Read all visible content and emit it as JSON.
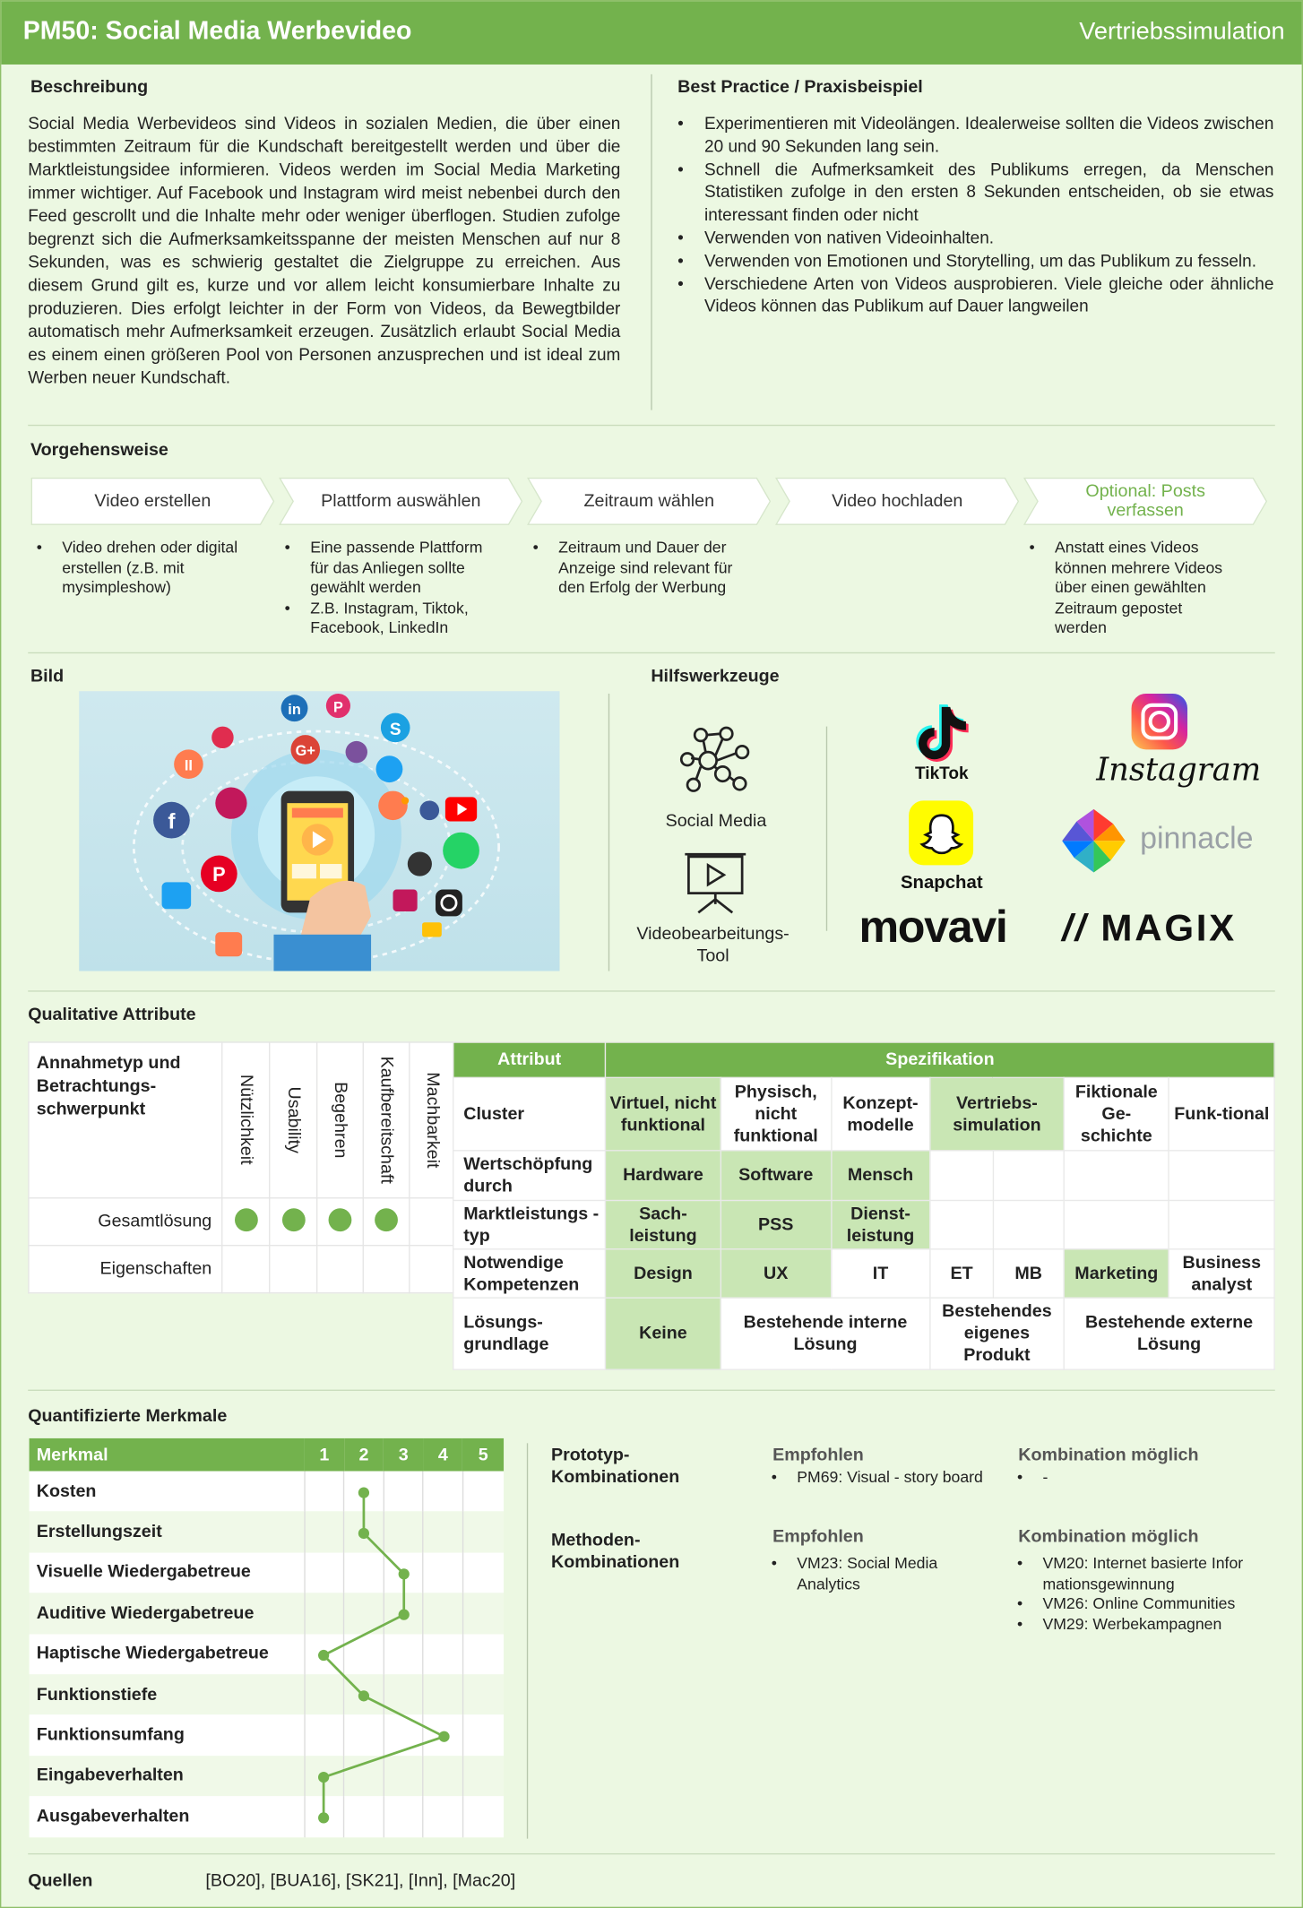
{
  "header": {
    "title": "PM50: Social Media Werbevideo",
    "right": "Vertriebssimulation"
  },
  "beschreibung": {
    "heading": "Beschreibung",
    "text": "Social Media Werbevideos sind Videos in sozialen Medien, die über einen bestimmten Zeitraum für die Kundschaft bereitgestellt werden und über die Marktleistungsidee informieren. Videos werden im Social Media Marketing immer wichtiger. Auf Facebook und Instagram wird meist nebenbei durch den Feed gescrollt und die Inhalte mehr oder weniger überflogen. Studien zufolge begrenzt sich die Aufmerksamkeitsspanne der meisten Menschen auf nur 8 Sekunden, was es schwierig gestaltet die Zielgruppe zu erreichen. Aus diesem Grund gilt es, kurze und vor allem leicht konsumierbare Inhalte zu produzieren. Dies erfolgt leichter in der Form von Videos, da Bewegtbilder automatisch mehr Aufmerksamkeit erzeugen. Zusätzlich erlaubt Social Media es einem einen größeren Pool von Personen anzusprechen und ist ideal zum Werben neuer Kundschaft."
  },
  "best_practice": {
    "heading": "Best Practice / Praxisbeispiel",
    "items": [
      "Experimentieren mit Videolängen. Idealerweise sollten die Videos zwischen 20 und 90 Sekunden lang sein.",
      "Schnell die Aufmerksamkeit des Publikums erregen, da Menschen Statistiken zufolge in den ersten 8 Sekunden entscheiden, ob sie etwas interessant finden oder nicht",
      "Verwenden von nativen Videoinhalten.",
      "Verwenden von Emotionen und Storytelling, um das Publikum zu fesseln.",
      "Verschiedene Arten von Videos ausprobieren. Viele gleiche oder ähnliche Videos können das Publikum auf Dauer langweilen"
    ]
  },
  "vorgehen": {
    "heading": "Vorgehensweise",
    "steps": [
      {
        "label": "Video erstellen",
        "notes": [
          "Video drehen oder digital erstellen (z.B. mit mysimpleshow)"
        ]
      },
      {
        "label": "Plattform auswählen",
        "notes": [
          "Eine passende Plattform für das Anliegen sollte gewählt werden",
          "Z.B. Instagram, Tiktok, Facebook, LinkedIn"
        ]
      },
      {
        "label": "Zeitraum wählen",
        "notes": [
          "Zeitraum und Dauer der Anzeige sind relevant für den Erfolg der Werbung"
        ]
      },
      {
        "label": "Video hochladen",
        "notes": []
      },
      {
        "label": "Optional: Posts verfassen",
        "notes": [
          "Anstatt eines Videos können mehrere Videos über einen gewählten Zeitraum gepostet werden"
        ]
      }
    ]
  },
  "bild": {
    "heading": "Bild"
  },
  "hilfswerkzeuge": {
    "heading": "Hilfswerkzeuge",
    "tools": [
      {
        "label": "Social Media",
        "icon": "social-network-icon"
      },
      {
        "label": "Videobearbeitungs-Tool",
        "icon": "video-presentation-icon"
      }
    ],
    "logos": {
      "tiktok": "TikTok",
      "instagram": "Instagram",
      "snapchat": "Snapchat",
      "pinnacle": "pinnacle",
      "movavi": "movavi",
      "magix": "MAGIX"
    }
  },
  "qualitative": {
    "heading": "Qualitative Attribute",
    "annahme_label": "Annahmetyp und Betrachtungs-schwerpunkt",
    "columns": [
      "Nützlichkeit",
      "Usability",
      "Begehren",
      "Kaufbereitschaft",
      "Machbarkeit"
    ],
    "rows": [
      {
        "label": "Gesamtlösung",
        "marks": [
          true,
          true,
          true,
          true,
          false
        ]
      },
      {
        "label": "Eigenschaften",
        "marks": [
          false,
          false,
          false,
          false,
          false
        ]
      }
    ]
  },
  "spec": {
    "head_attribut": "Attribut",
    "head_spez": "Spezifikation",
    "cluster": {
      "label": "Cluster",
      "cells": [
        "Virtuel, nicht funktional",
        "Physisch, nicht funktional",
        "Konzept-modelle",
        "Vertriebs-simulation",
        "Fiktionale Ge-schichte",
        "Funk-tional"
      ]
    },
    "wert": {
      "label": "Wertschöpfung durch",
      "cells": [
        "Hardware",
        "Software",
        "Mensch"
      ]
    },
    "markt": {
      "label": "Marktleistungs -typ",
      "cells": [
        "Sach-leistung",
        "PSS",
        "Dienst-leistung"
      ]
    },
    "komp": {
      "label": "Notwendige Kompetenzen",
      "cells": [
        "Design",
        "UX",
        "IT",
        "ET",
        "MB",
        "Marketing",
        "Business analyst"
      ]
    },
    "loes": {
      "label": "Lösungs-grundlage",
      "cells": [
        "Keine",
        "Bestehende interne Lösung",
        "Bestehendes eigenes Produkt",
        "Bestehende externe Lösung"
      ]
    }
  },
  "quant": {
    "heading": "Quantifizierte Merkmale",
    "head": "Merkmal",
    "scale": [
      "1",
      "2",
      "3",
      "4",
      "5"
    ],
    "rows": [
      {
        "label": "Kosten",
        "value": 2
      },
      {
        "label": "Erstellungszeit",
        "value": 2
      },
      {
        "label": "Visuelle Wiedergabetreue",
        "value": 3
      },
      {
        "label": "Auditive Wiedergabetreue",
        "value": 3
      },
      {
        "label": "Haptische Wiedergabetreue",
        "value": 1
      },
      {
        "label": "Funktionstiefe",
        "value": 2
      },
      {
        "label": "Funktionsumfang",
        "value": 4
      },
      {
        "label": "Eingabeverhalten",
        "value": 1
      },
      {
        "label": "Ausgabeverhalten",
        "value": 1
      }
    ],
    "line_color": "#73b24d"
  },
  "combos": {
    "prototyp": {
      "label": "Prototyp-Kombinationen",
      "emp_head": "Empfohlen",
      "emp": [
        "PM69: Visual - story board"
      ],
      "komb_head": "Kombination möglich",
      "komb": [
        "-"
      ]
    },
    "methoden": {
      "label": "Methoden-Kombinationen",
      "emp_head": "Empfohlen",
      "emp": [
        "VM23: Social Media Analytics"
      ],
      "komb_head": "Kombination möglich",
      "komb": [
        "VM20: Internet basierte Infor mationsgewinnung",
        "VM26: Online Communities",
        "VM29: Werbekampagnen"
      ]
    }
  },
  "quellen": {
    "label": "Quellen",
    "text": "[BO20], [BUA16], [SK21], [Inn], [Mac20]"
  },
  "colors": {
    "accent": "#73b24d",
    "light": "#c9e6b4",
    "bg": "#ecf8e2"
  }
}
